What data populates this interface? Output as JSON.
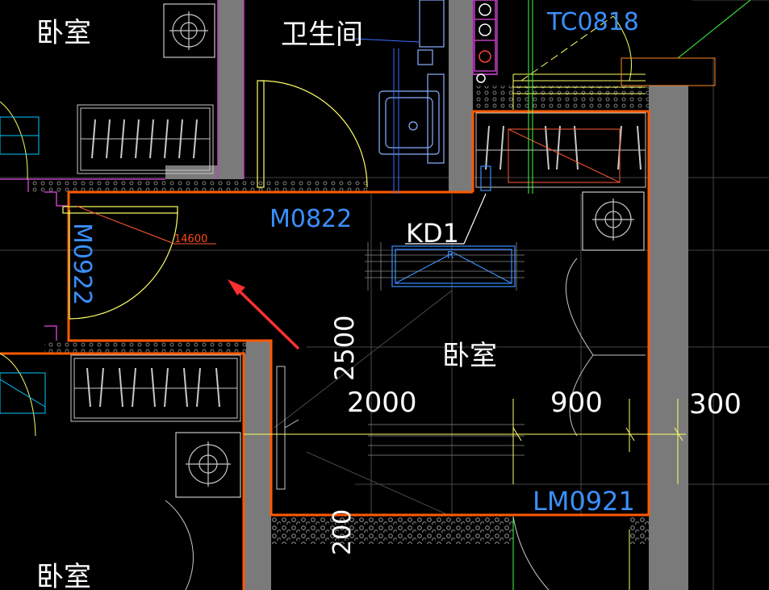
{
  "rooms": {
    "bedroom_top_left": "卧室",
    "bathroom": "卫生间",
    "bedroom_main": "卧室",
    "bedroom_bottom_left": "卧室"
  },
  "tags": {
    "window_tc0818": "TC0818",
    "door_m0822": "M0822",
    "door_m0922": "M0922",
    "door_lm0921": "LM0921",
    "aircon_kd1": "KD1",
    "aircon_r": "R",
    "elevation_14600": "14600"
  },
  "dimensions": {
    "d2500": "2500",
    "d2000": "2000",
    "d900": "900",
    "d300": "300",
    "d200_bottom": "200"
  },
  "colors": {
    "room_outline": "#ff5a00",
    "wall_fill": "#7a7a7a",
    "cad_blue": "#3a8fff",
    "cad_yellow": "#ffff66",
    "annotation_red": "#ff3030",
    "magenta": "#c040c0",
    "cyan": "#00c8ff",
    "green": "#40ff40"
  }
}
